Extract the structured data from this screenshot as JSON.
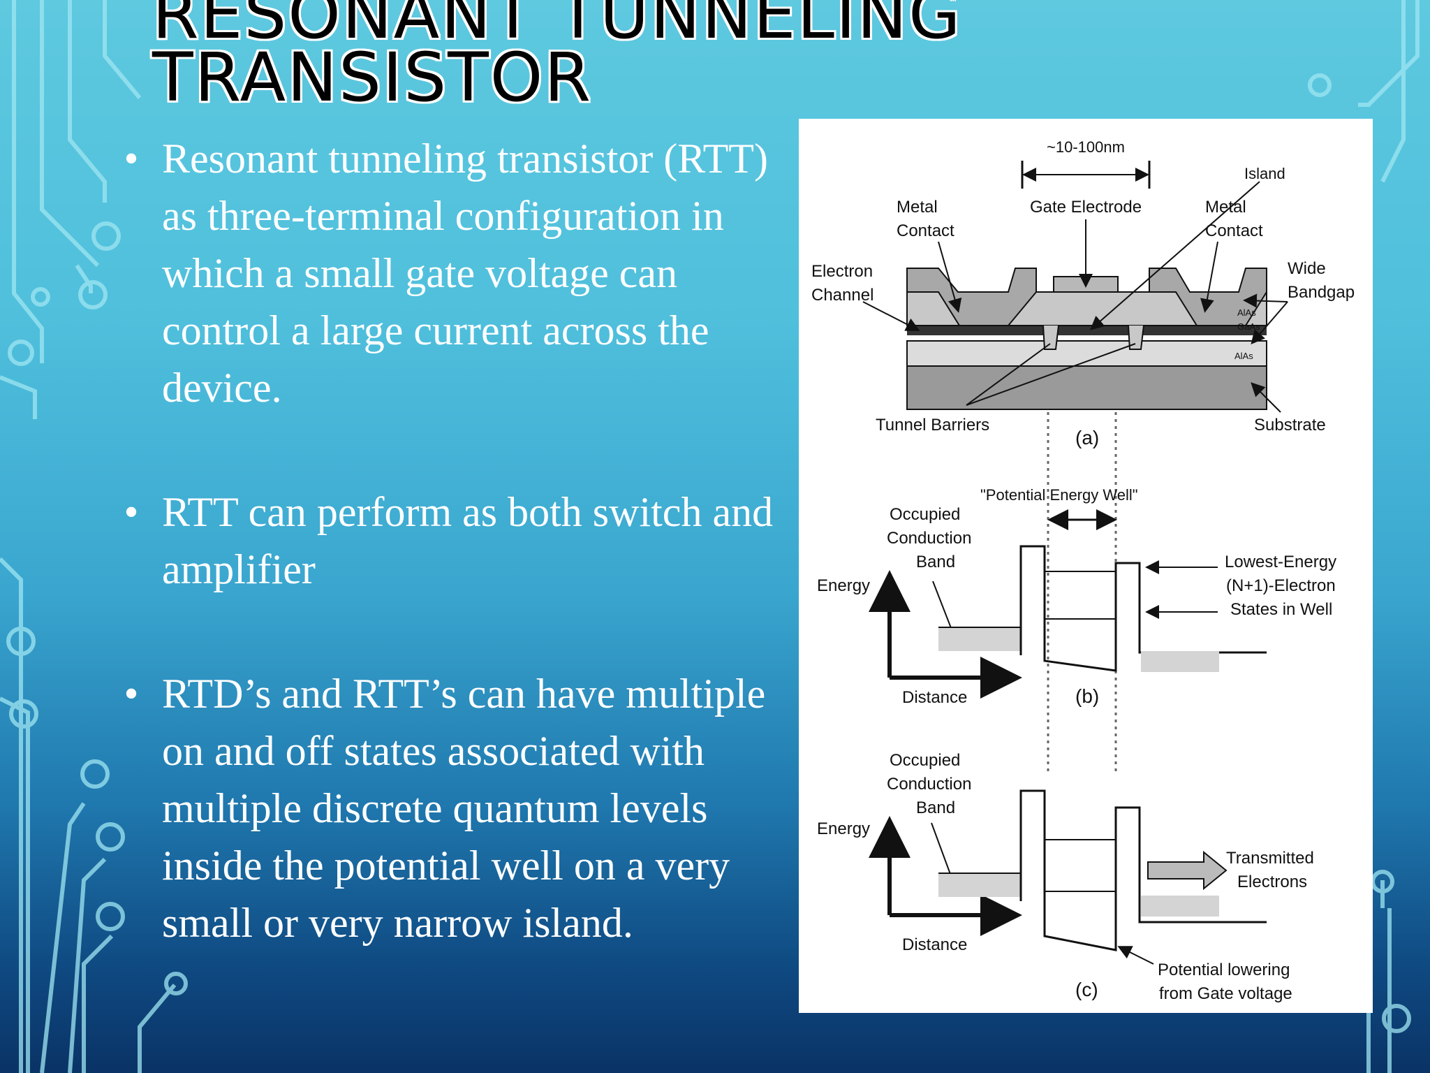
{
  "slide": {
    "title_line1": "RESONANT TUNNELING",
    "title_line2": "TRANSISTOR",
    "bullets": [
      {
        "marker": "•",
        "text": "Resonant tunneling transistor (RTT) as  three-terminal configuration in which a small gate voltage can control a large current across the device."
      },
      {
        "marker": "•",
        "text": " RTT can perform as both switch and amplifier"
      },
      {
        "marker": "•",
        "text": "RTD’s and RTT’s can have multiple on and off states associated with multiple discrete quantum levels inside the potential well on a very small or very narrow island."
      }
    ]
  },
  "figure": {
    "a": {
      "dimension": "~10-100nm",
      "island": "Island",
      "gate_electrode": "Gate Electrode",
      "metal_contact_left": [
        "Metal",
        "Contact"
      ],
      "metal_contact_right": [
        "Metal",
        "Contact"
      ],
      "electron_channel": [
        "Electron",
        "Channel"
      ],
      "wide_bandgap": [
        "Wide",
        "Bandgap"
      ],
      "layer1": "AlAs",
      "layer2": "GaAs",
      "layer3": "AlAs",
      "tunnel_barriers": "Tunnel Barriers",
      "substrate": "Substrate",
      "caption": "(a)"
    },
    "b": {
      "well_label": "\"Potential Energy Well\"",
      "occupied": [
        "Occupied",
        "Conduction",
        "Band"
      ],
      "energy": "Energy",
      "distance": "Distance",
      "lowest_energy": [
        "Lowest-Energy",
        "(N+1)-Electron",
        "States in Well"
      ],
      "caption": "(b)"
    },
    "c": {
      "occupied": [
        "Occupied",
        "Conduction",
        "Band"
      ],
      "energy": "Energy",
      "distance": "Distance",
      "transmitted": [
        "Transmitted",
        "Electrons"
      ],
      "potential_lowering": [
        "Potential lowering",
        "from Gate voltage"
      ],
      "caption": "(c)"
    }
  }
}
